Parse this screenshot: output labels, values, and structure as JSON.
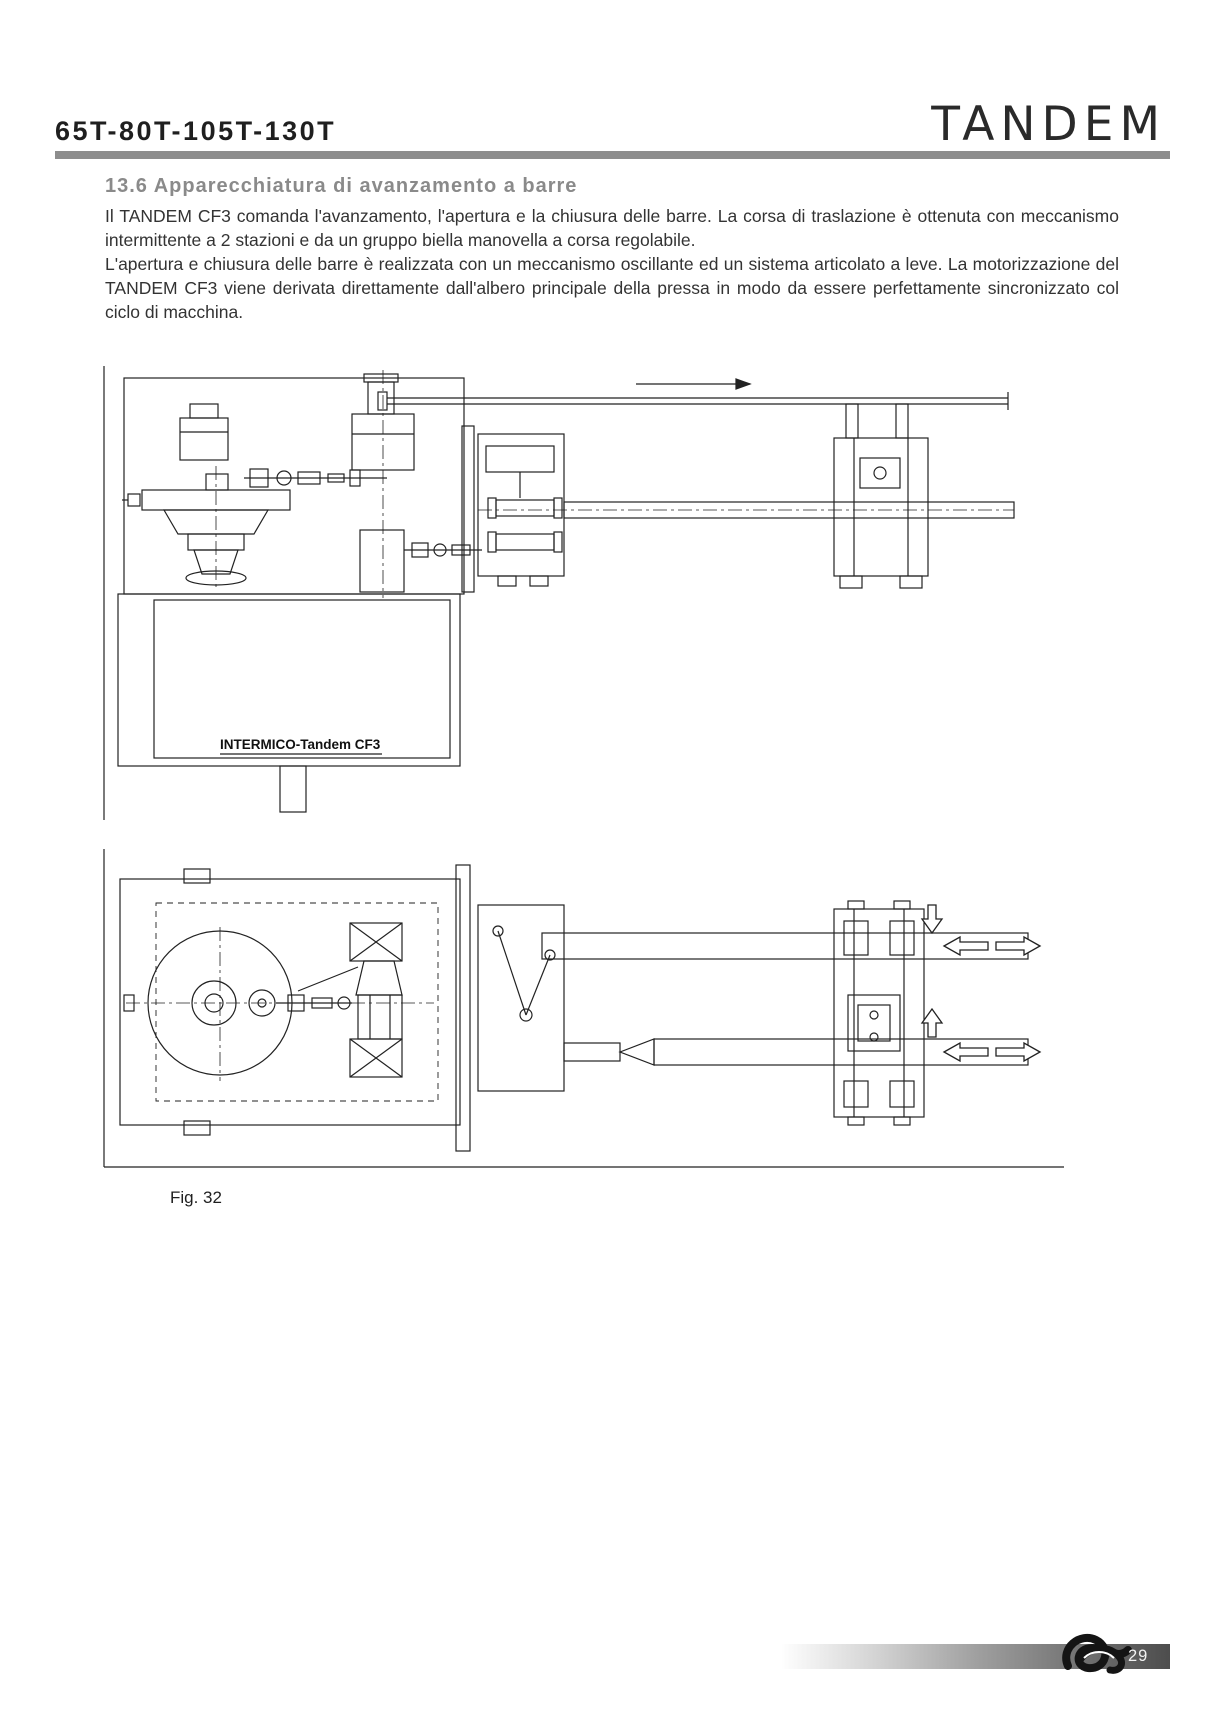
{
  "page": {
    "header": {
      "models": "65T-80T-105T-130T",
      "brand": "TANDEM"
    },
    "section": {
      "title": "13.6 Apparecchiatura di avanzamento a barre",
      "paragraph1": "Il TANDEM CF3 comanda l'avanzamento, l'apertura e la chiusura delle barre. La corsa di traslazione è ottenuta con meccanismo intermittente a 2 stazioni e da un gruppo biella manovella a corsa regolabile.",
      "paragraph2": "L'apertura e chiusura delle barre è realizzata con un meccanismo oscillante ed un sistema articolato a leve. La motorizzazione del TANDEM CF3 viene derivata direttamente dall'albero principale della pressa in modo da essere perfettamente sincronizzato col ciclo di macchina."
    },
    "figure": {
      "machine_label": "INTERMICO-Tandem CF3",
      "caption": "Fig. 32"
    },
    "footer": {
      "page_number": "29"
    },
    "colors": {
      "header_rule_gray": "#8d8d8d",
      "section_title_gray": "#8a8a8a",
      "drawing_line": "#222222",
      "footer_dark_gray": "#4d4d4d"
    }
  }
}
